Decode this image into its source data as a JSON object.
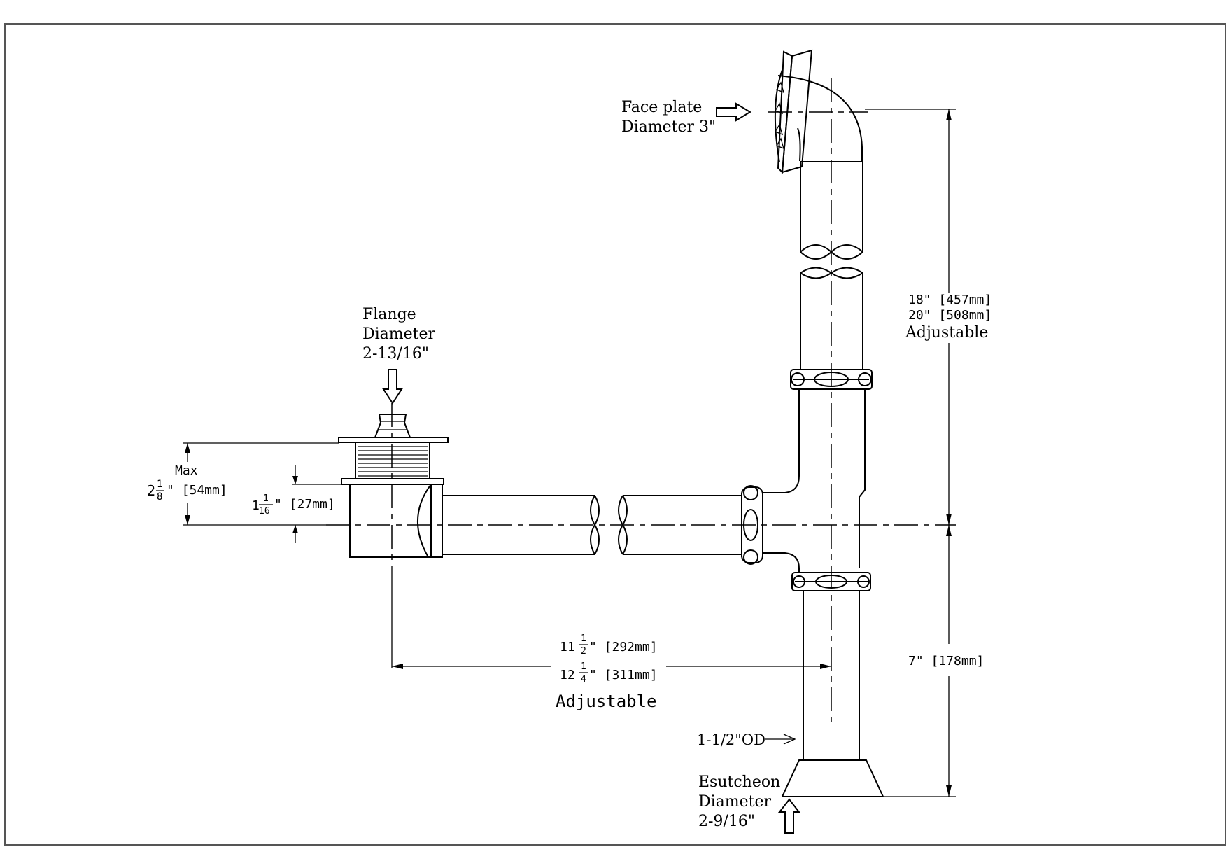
{
  "drawing": {
    "faceplate": {
      "line1": "Face plate",
      "line2": "Diameter 3\""
    },
    "flange": {
      "line1": "Flange",
      "line2": "Diameter",
      "line3": "2-13/16\""
    },
    "vertical_dim": {
      "line1": "18\" [457mm]",
      "line2": "20\" [508mm]",
      "line3": "Adjustable"
    },
    "lower_dim": "7\" [178mm]",
    "max_dim": {
      "label": "Max",
      "whole": "2",
      "num": "1",
      "den": "8",
      "rest": "\" [54mm]"
    },
    "small_dim": {
      "whole": "1",
      "num": "1",
      "den": "16",
      "rest": "\" [27mm]"
    },
    "horizontal_dim": {
      "l1_whole": "11",
      "l1_num": "1",
      "l1_den": "2",
      "l1_rest": "\" [292mm]",
      "l2_whole": "12",
      "l2_num": "1",
      "l2_den": "4",
      "l2_rest": "\" [311mm]",
      "label": "Adjustable"
    },
    "od_label": "1-1/2\"OD",
    "escutcheon": {
      "line1": "Esutcheon",
      "line2": "Diameter",
      "line3": "2-9/16\""
    }
  }
}
